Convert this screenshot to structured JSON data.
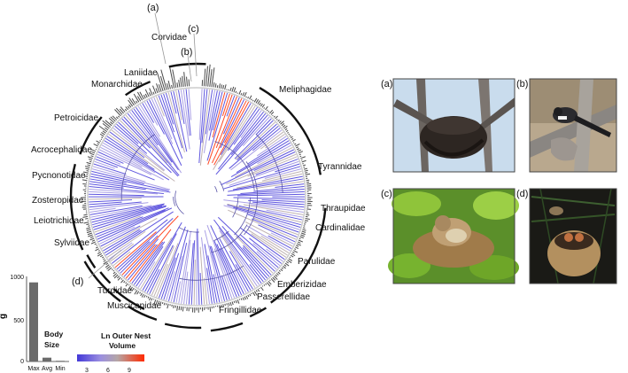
{
  "families": [
    "Corvidae",
    "Laniidae",
    "Monarchidae",
    "Meliphagidae",
    "Petroicidae",
    "Acrocephalidae",
    "Tyrannidae",
    "Pycnonotidae",
    "Thraupidae",
    "Zosteropidae",
    "Cardinalidae",
    "Leiotrichidae",
    "Sylviidae",
    "Parulidae",
    "Turdidae",
    "Emberizidae",
    "Muscicapidae",
    "Passerellidae",
    "Fringillidae"
  ],
  "tree_letters": [
    "(a)",
    "(b)",
    "(c)",
    "(d)"
  ],
  "photo_letters": [
    "(a)",
    "(b)",
    "(c)",
    "(d)"
  ],
  "legend": {
    "title_line1": "Ln Outer Nest",
    "title_line2": "Volume",
    "ticks": [
      "3",
      "6",
      "9"
    ],
    "colors": [
      "#4338d8",
      "#9b8fe0",
      "#b5a6a6",
      "#ff2a00"
    ]
  },
  "body_size": {
    "title_line1": "Body",
    "title_line2": "Size",
    "y_unit": "g",
    "y_ticks": [
      "0",
      "500",
      "1000"
    ],
    "ylim": [
      0,
      1000
    ]
  },
  "chart_data": {
    "type": "bar",
    "categories": [
      "Max",
      "Avg",
      "Min"
    ],
    "values": [
      930,
      45,
      8
    ],
    "ylabel": "g",
    "ylim": [
      0,
      1000
    ]
  }
}
